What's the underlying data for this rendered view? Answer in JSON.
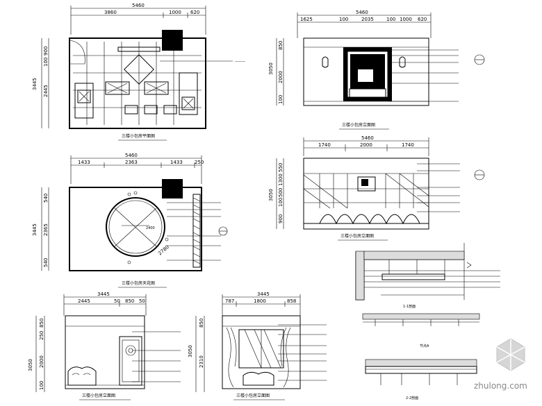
{
  "plan1": {
    "dim_total": "5460",
    "dim_segments": [
      "3860",
      "1000",
      "620"
    ],
    "dim_left_total": "3445",
    "dim_left_segments": [
      "900",
      "100",
      "2445"
    ],
    "title": "三楼小包房平面图"
  },
  "plan2": {
    "dim_total": "5460",
    "dim_segments": [
      "1433",
      "2363",
      "1433",
      "250"
    ],
    "dim_left_total": "3445",
    "dim_left_segments": [
      "540",
      "2365",
      "540"
    ],
    "title": "三楼小包房天花图",
    "circle_dim": "2780",
    "circle_note": "2400"
  },
  "elevA": {
    "dim_total": "5460",
    "dim_segments": [
      "1625",
      "100",
      "2035",
      "100",
      "1000",
      "620"
    ],
    "dim_left_total": "3050",
    "dim_left_segments": [
      "850",
      "2000",
      "100"
    ],
    "title": "三楼小包房立面图"
  },
  "elevB": {
    "dim_total": "5460",
    "dim_segments": [
      "1740",
      "2000",
      "1740"
    ],
    "dim_left_total": "3050",
    "dim_left_segments": [
      "550",
      "1300",
      "500",
      "100",
      "900"
    ],
    "title": "三楼小包房立面图"
  },
  "elevC": {
    "dim_total": "3445",
    "dim_segments": [
      "2445",
      "50",
      "850",
      "50"
    ],
    "dim_left_total": "3050",
    "dim_left_segments": [
      "850",
      "250",
      "2000",
      "100"
    ],
    "title": "三楼小包房立面图"
  },
  "elevD": {
    "dim_total": "3445",
    "dim_segments": [
      "787",
      "1800",
      "858"
    ],
    "dim_left_total": "3050",
    "dim_left_segments": [
      "850",
      "2310"
    ],
    "title": "三楼小包房立面图"
  },
  "details": {
    "label1": "1-1剖面",
    "label2": "节点A",
    "label3": "2-2剖面"
  },
  "watermark": "zhulong.com"
}
